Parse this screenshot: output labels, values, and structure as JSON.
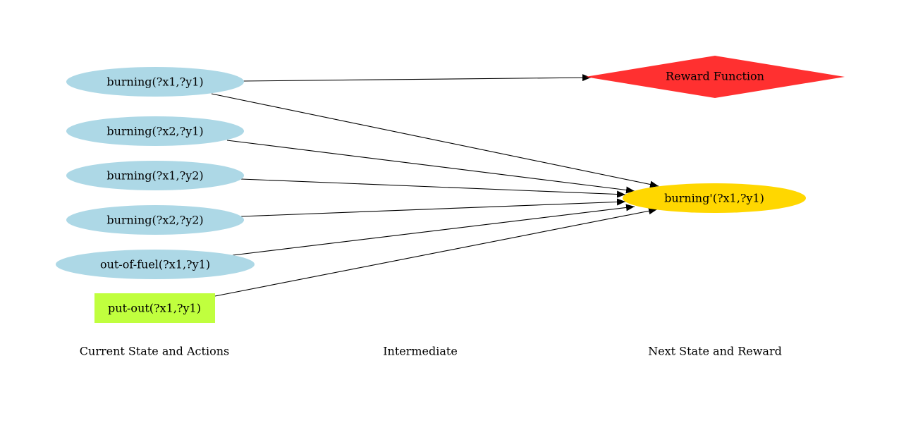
{
  "colors": {
    "state_fill": "#add8e6",
    "action_fill": "#c0ff3e",
    "next_state_fill": "#ffd700",
    "reward_fill": "#ff3030",
    "edge": "#000000",
    "background": "#ffffff"
  },
  "nodes": {
    "burning_x1_y1": {
      "label": "burning(?x1,?y1)",
      "shape": "ellipse",
      "role": "state"
    },
    "burning_x2_y1": {
      "label": "burning(?x2,?y1)",
      "shape": "ellipse",
      "role": "state"
    },
    "burning_x1_y2": {
      "label": "burning(?x1,?y2)",
      "shape": "ellipse",
      "role": "state"
    },
    "burning_x2_y2": {
      "label": "burning(?x2,?y2)",
      "shape": "ellipse",
      "role": "state"
    },
    "out_of_fuel_x1_y1": {
      "label": "out-of-fuel(?x1,?y1)",
      "shape": "ellipse",
      "role": "state"
    },
    "put_out_x1_y1": {
      "label": "put-out(?x1,?y1)",
      "shape": "box",
      "role": "action"
    },
    "reward_function": {
      "label": "Reward Function",
      "shape": "diamond",
      "role": "reward"
    },
    "next_burning_x1_y1": {
      "label": "burning'(?x1,?y1)",
      "shape": "ellipse",
      "role": "next-state"
    }
  },
  "edges": [
    {
      "from": "burning_x1_y1",
      "to": "reward_function"
    },
    {
      "from": "burning_x1_y1",
      "to": "next_burning_x1_y1"
    },
    {
      "from": "burning_x2_y1",
      "to": "next_burning_x1_y1"
    },
    {
      "from": "burning_x1_y2",
      "to": "next_burning_x1_y1"
    },
    {
      "from": "burning_x2_y2",
      "to": "next_burning_x1_y1"
    },
    {
      "from": "out_of_fuel_x1_y1",
      "to": "next_burning_x1_y1"
    },
    {
      "from": "put_out_x1_y1",
      "to": "next_burning_x1_y1"
    }
  ],
  "columns": {
    "current": "Current State and Actions",
    "intermediate": "Intermediate",
    "next": "Next State and Reward"
  }
}
